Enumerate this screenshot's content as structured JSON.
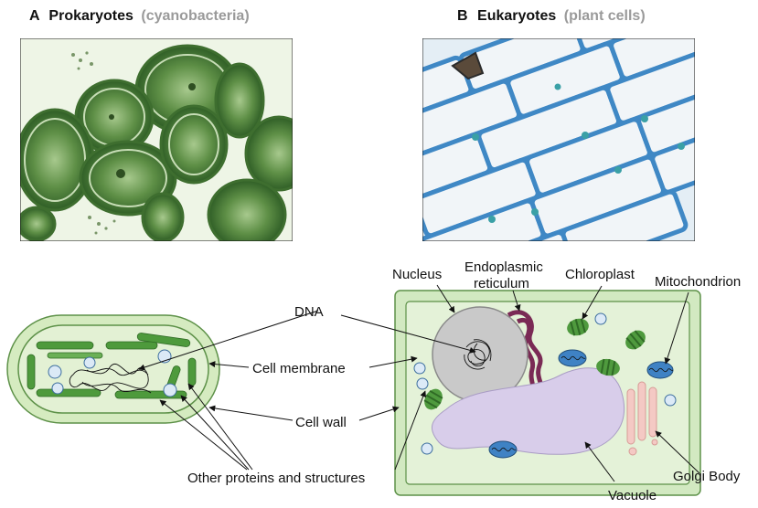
{
  "panels": {
    "a": {
      "letter": "A",
      "title": "Prokaryotes",
      "subtitle": "(cyanobacteria)"
    },
    "b": {
      "letter": "B",
      "title": "Eukaryotes",
      "subtitle": "(plant cells)"
    }
  },
  "prokaryote_labels": {
    "dna": "DNA",
    "cell_membrane": "Cell membrane",
    "cell_wall": "Cell wall",
    "other": "Other proteins and structures"
  },
  "eukaryote_labels": {
    "nucleus": "Nucleus",
    "er_line1": "Endoplasmic",
    "er_line2": "reticulum",
    "chloroplast": "Chloroplast",
    "mitochondrion": "Mitochondrion",
    "golgi": "Golgi Body",
    "vacuole": "Vacuole"
  },
  "colors": {
    "title_gray": "#9a9a9a",
    "micro_green": "#4f8a3a",
    "micro_bg": "#e9f3df",
    "plant_blue": "#3f88c5",
    "plant_bg": "#dbeaf3",
    "cell_fill": "#d7ebc6",
    "cell_stroke": "#6b9a55",
    "nucleus_gray": "#c9c9c9",
    "er_purple": "#7a2a55",
    "chloro_green": "#4f9a3e",
    "mito_blue": "#3f82c4",
    "vacuole_lilac": "#d8cdea",
    "golgi_pink": "#f4c9c4",
    "vesicle_blue": "#dceaf7"
  }
}
